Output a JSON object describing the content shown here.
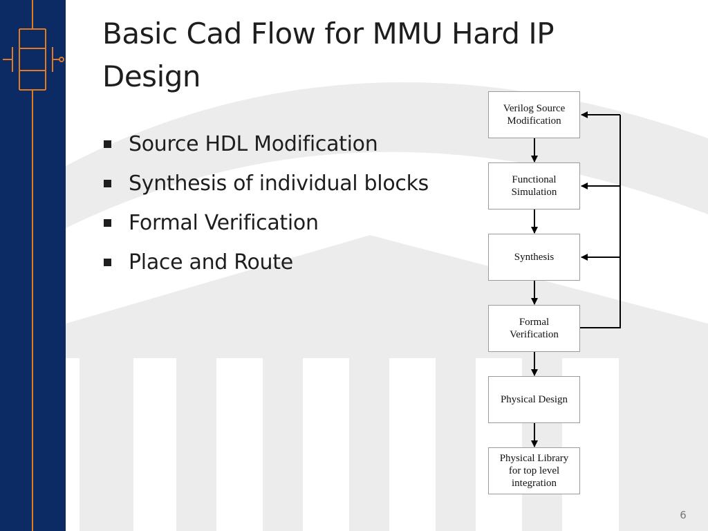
{
  "slide": {
    "title": "Basic Cad Flow for MMU Hard IP Design",
    "bullets": [
      "Source HDL Modification",
      "Synthesis of individual blocks",
      "Formal Verification",
      "Place and Route"
    ],
    "page_number": "6"
  },
  "flow": {
    "steps": [
      "Verilog Source\nModification",
      "Functional\nSimulation",
      "Synthesis",
      "Formal\nVerification",
      "Physical Design",
      "Physical Library\nfor top level\nintegration"
    ],
    "forward_edges": [
      [
        0,
        1
      ],
      [
        1,
        2
      ],
      [
        2,
        3
      ],
      [
        3,
        4
      ],
      [
        4,
        5
      ]
    ],
    "feedback_edges": [
      [
        3,
        0
      ],
      [
        3,
        1
      ],
      [
        3,
        2
      ]
    ]
  },
  "theme": {
    "sidebar_color": "#0c2a63",
    "circuit_color": "#e07b1f",
    "watermark_color": "#ececec"
  },
  "icons": {
    "sidebar_logo": "circuit-transistor-icon",
    "background": "rotunda-building-watermark"
  }
}
